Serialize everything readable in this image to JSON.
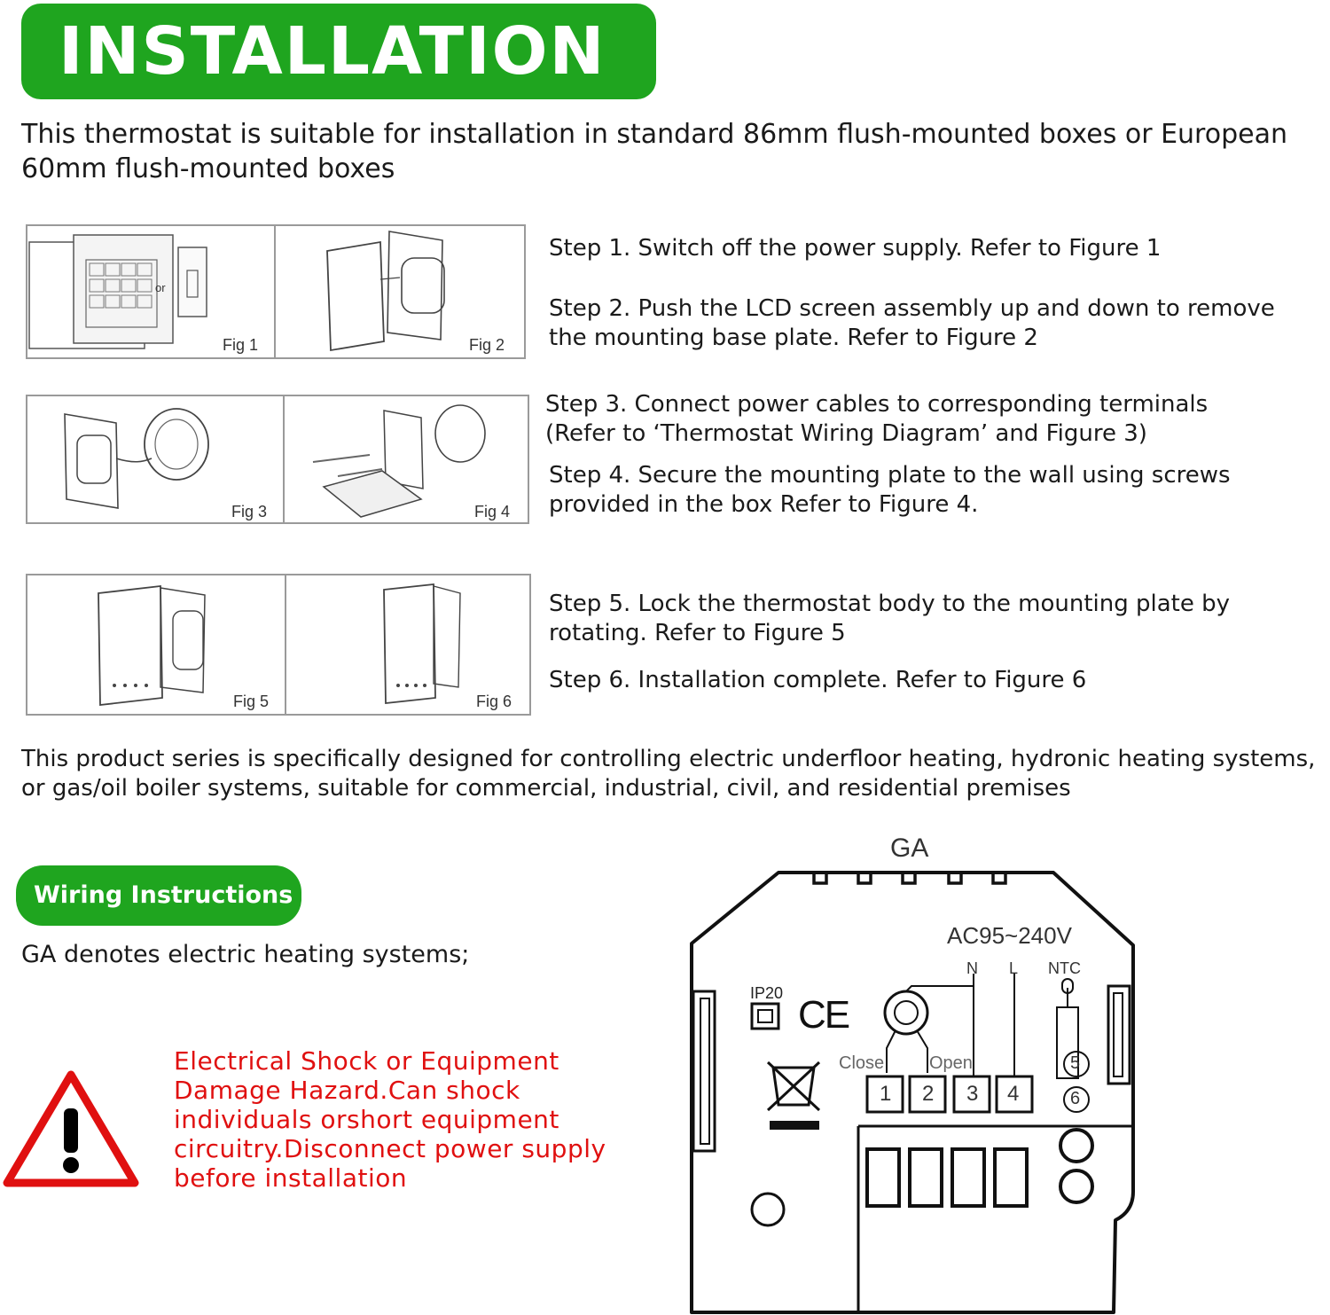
{
  "title": "INSTALLATION",
  "intro": "This thermostat is suitable for installation in standard 86mm flush-mounted boxes or European 60mm flush-mounted boxes",
  "figures": {
    "fig1_label": "Fig 1",
    "fig1_or": "or",
    "fig2_label": "Fig 2",
    "fig3_label": "Fig 3",
    "fig4_label": "Fig 4",
    "fig5_label": "Fig 5",
    "fig6_label": "Fig 6"
  },
  "steps": [
    "Step 1. Switch off the power supply. Refer to Figure 1",
    "Step 2. Push the LCD screen assembly up and down to remove the mounting base plate. Refer to Figure 2",
    "Step 3. Connect power cables to corresponding terminals (Refer to ‘Thermostat Wiring Diagram’ and Figure 3)",
    "Step 4. Secure the mounting plate to the wall using screws provided in the box Refer to Figure 4.",
    "Step 5. Lock the thermostat body to the mounting plate by rotating. Refer to Figure 5",
    "Step 6. Installation complete. Refer to Figure 6"
  ],
  "description": "This product series is specifically designed for controlling electric underfloor heating, hydronic heating systems, or gas/oil boiler systems, suitable for commercial, industrial, civil, and residential premises",
  "wiring": {
    "heading": "Wiring Instructions",
    "ga_note": "GA denotes electric heating systems;",
    "hazard_text": "Electrical Shock or Equipment Damage Hazard.Can shock individuals orshort equipment circuitry.Disconnect power supply before installation"
  },
  "diagram": {
    "model": "GA",
    "voltage": "AC95~240V",
    "label_n": "N",
    "label_l": "L",
    "label_ntc": "NTC",
    "ip_rating": "IP20",
    "ce_mark": "CE",
    "label_close": "Close",
    "label_open": "Open",
    "terminals": [
      "1",
      "2",
      "3",
      "4"
    ],
    "ntc_terminals": [
      "5",
      "6"
    ]
  },
  "colors": {
    "accent_green": "#1fa51f",
    "warning_red": "#e01010"
  }
}
